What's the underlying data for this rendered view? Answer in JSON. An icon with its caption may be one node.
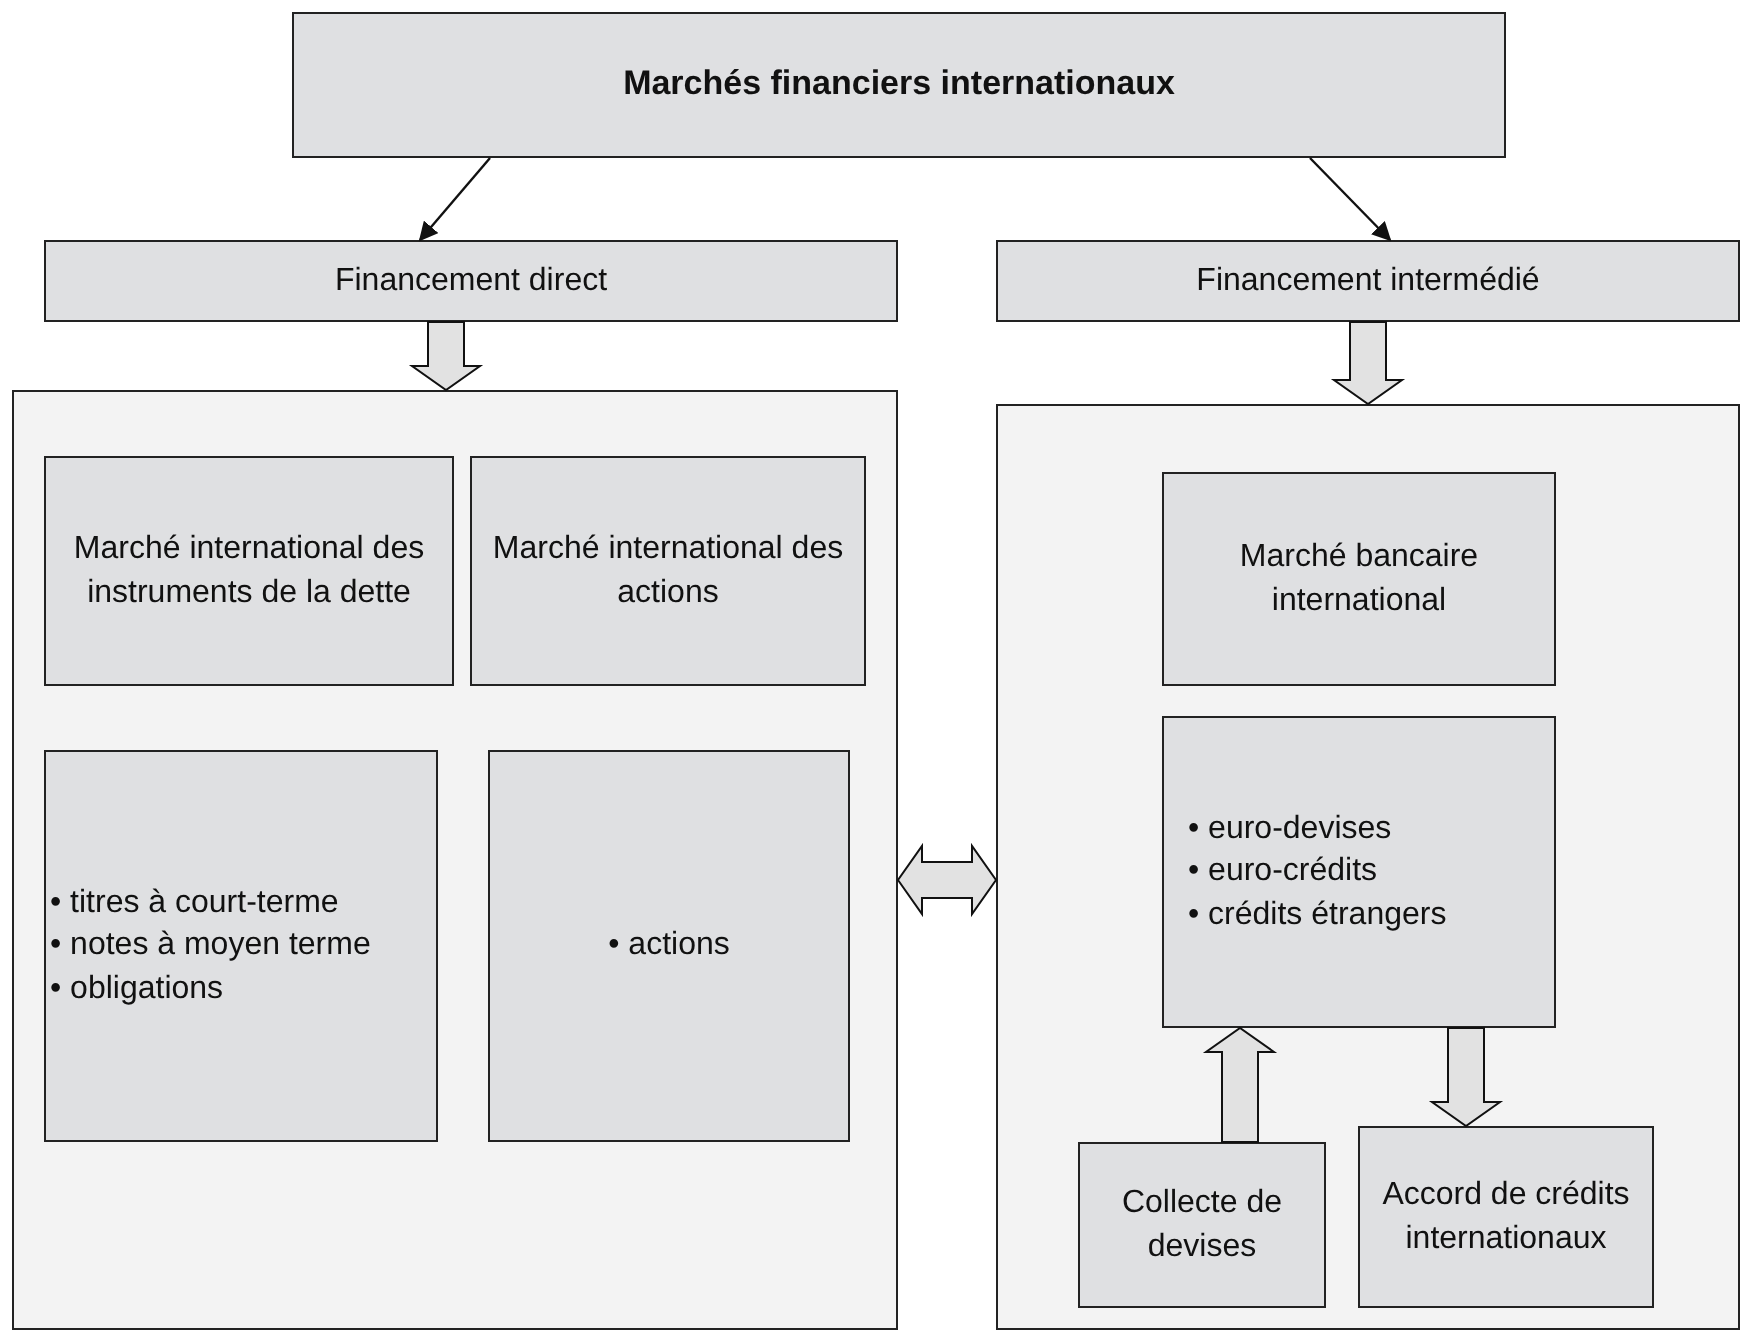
{
  "diagram": {
    "nodes": [
      {
        "text": [
          "Marchés financiers internationaux"
        ]
      },
      {
        "text": [
          "Financement direct"
        ]
      },
      {
        "text": [
          "Financement intermédié"
        ]
      },
      {
        "text": [],
        "shape": "box"
      },
      {
        "text": [
          "Marché international des instruments de la dette"
        ],
        "in": 3
      },
      {
        "text": [
          "Marché international des actions"
        ],
        "in": 3
      },
      {
        "text": [
          "• titres à court-terme",
          "• notes à moyen terme",
          "• obligations"
        ],
        "in": 3
      },
      {
        "text": [
          "• actions"
        ],
        "in": 3
      },
      {
        "text": [],
        "shape": "box"
      },
      {
        "text": [
          "Marché bancaire international"
        ],
        "in": 8
      },
      {
        "text": [
          "• euro-devises",
          "• euro-crédits",
          "• crédits étrangers"
        ],
        "in": 8
      },
      {
        "text": [
          "Collecte de devises"
        ],
        "in": 8
      },
      {
        "text": [
          "Accord de crédits internationaux"
        ],
        "in": 8
      }
    ],
    "edges": [
      {
        "from": 0,
        "to": 1,
        "arrow": "to"
      },
      {
        "from": 0,
        "to": 2,
        "arrow": "to"
      },
      {
        "from": 1,
        "to": 3,
        "arrow": "to",
        "style": "thick"
      },
      {
        "from": 2,
        "to": 8,
        "arrow": "to",
        "style": "thick"
      },
      {
        "from": 3,
        "to": 8,
        "arrow": "both",
        "style": "thick"
      },
      {
        "from": 11,
        "to": 10,
        "arrow": "to",
        "style": "thick"
      },
      {
        "from": 10,
        "to": 12,
        "arrow": "to",
        "style": "thick"
      }
    ]
  }
}
